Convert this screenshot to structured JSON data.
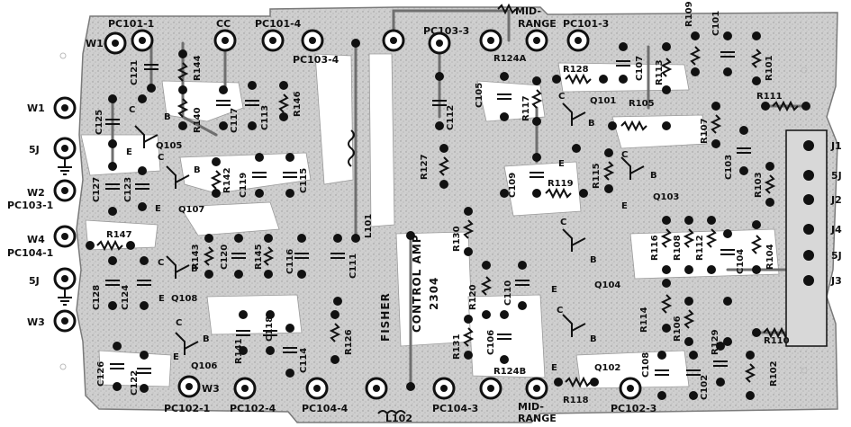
{
  "board": {
    "brand": "FISHER",
    "module_name": "CONTROL AMP",
    "module_number": "2304",
    "colors": {
      "copper": "#c9c9c9",
      "copper_edge": "#8a8a8a",
      "ink": "#111111",
      "paper": "#ffffff"
    }
  },
  "terminals": [
    {
      "id": "t-pc101-1",
      "label": "PC101-1"
    },
    {
      "id": "t-cc",
      "label": "CC"
    },
    {
      "id": "t-pc101-4",
      "label": "PC101-4"
    },
    {
      "id": "t-pc103-4",
      "label": "PC103-4"
    },
    {
      "id": "t-pc103-3",
      "label": "PC103-3"
    },
    {
      "id": "t-pc101-3",
      "label": "PC101-3"
    },
    {
      "id": "t-w1-top",
      "label": "W1"
    },
    {
      "id": "t-w1",
      "label": "W1"
    },
    {
      "id": "t-5j-a",
      "label": "5J"
    },
    {
      "id": "t-w2",
      "label": "W2"
    },
    {
      "id": "t-pc103-1",
      "label": "PC103-1"
    },
    {
      "id": "t-w4",
      "label": "W4"
    },
    {
      "id": "t-pc104-1",
      "label": "PC104-1"
    },
    {
      "id": "t-5j-b",
      "label": "5J"
    },
    {
      "id": "t-w3-left",
      "label": "W3"
    },
    {
      "id": "t-w3-bottom",
      "label": "W3"
    },
    {
      "id": "t-pc102-1",
      "label": "PC102-1"
    },
    {
      "id": "t-pc102-4",
      "label": "PC102-4"
    },
    {
      "id": "t-pc104-4",
      "label": "PC104-4"
    },
    {
      "id": "t-pc104-3",
      "label": "PC104-3"
    },
    {
      "id": "t-pc102-3",
      "label": "PC102-3"
    },
    {
      "id": "t-mid-top-1",
      "label": "MID-"
    },
    {
      "id": "t-mid-top-2",
      "label": "RANGE"
    },
    {
      "id": "t-mid-bot-1",
      "label": "MID-"
    },
    {
      "id": "t-mid-bot-2",
      "label": "RANGE"
    }
  ],
  "connector": {
    "labels": [
      "J1",
      "5J",
      "J2",
      "J4",
      "5J",
      "J3"
    ]
  },
  "components": [
    "C121",
    "R144",
    "C117",
    "C113",
    "R146",
    "R140",
    "C125",
    "C127",
    "C123",
    "R142",
    "C119",
    "C115",
    "R147",
    "R143",
    "C120",
    "R145",
    "C116",
    "C111",
    "C128",
    "C124",
    "C118",
    "C114",
    "R141",
    "C126",
    "C122",
    "R126",
    "L101",
    "L102",
    "R127",
    "C112",
    "C105",
    "R117",
    "R128",
    "R124A",
    "R124B",
    "C107",
    "R113",
    "R109",
    "C101",
    "R101",
    "R111",
    "R105",
    "R107",
    "C103",
    "R103",
    "R115",
    "C109",
    "R119",
    "R130",
    "R120",
    "C110",
    "R116",
    "R108",
    "R112",
    "C104",
    "R104",
    "R114",
    "R106",
    "C106",
    "R131",
    "C108",
    "C102",
    "R129",
    "R102",
    "R110",
    "R118"
  ],
  "transistors": [
    {
      "ref": "Q105",
      "pins": [
        "C",
        "B",
        "E"
      ]
    },
    {
      "ref": "Q107",
      "pins": [
        "C",
        "B",
        "E"
      ]
    },
    {
      "ref": "Q108",
      "pins": [
        "C",
        "B",
        "E"
      ]
    },
    {
      "ref": "Q106",
      "pins": [
        "C",
        "B",
        "E"
      ]
    },
    {
      "ref": "Q101",
      "pins": [
        "C",
        "B",
        "E"
      ]
    },
    {
      "ref": "Q103",
      "pins": [
        "C",
        "B",
        "E"
      ]
    },
    {
      "ref": "Q104",
      "pins": [
        "C",
        "B",
        "E"
      ]
    },
    {
      "ref": "Q102",
      "pins": [
        "C",
        "B",
        "E"
      ]
    }
  ]
}
